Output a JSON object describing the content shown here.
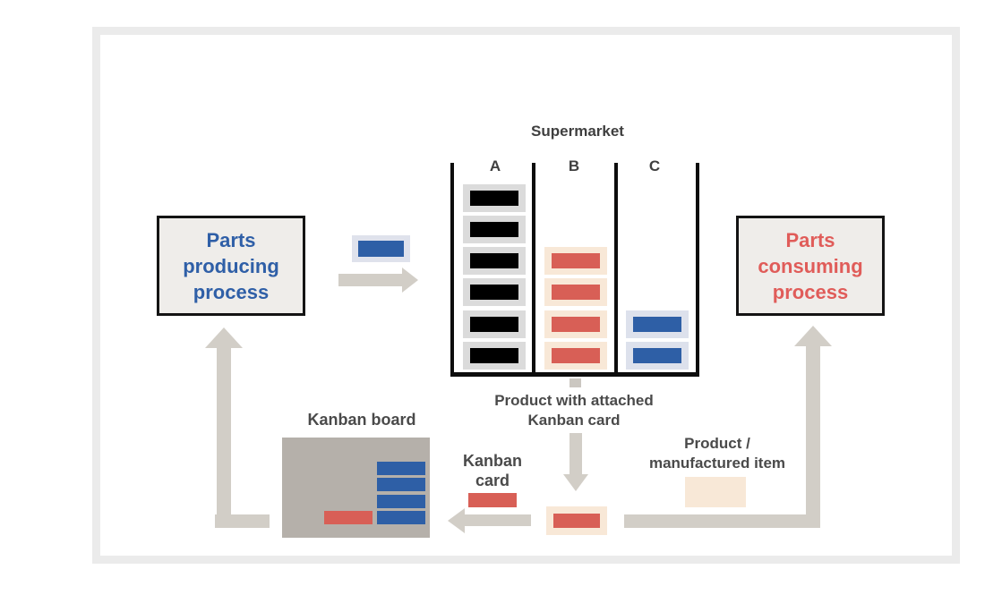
{
  "producing_box": {
    "lines": [
      "Parts",
      "producing",
      "process"
    ],
    "text_color": "#2f5fa7"
  },
  "consuming_box": {
    "lines": [
      "Parts",
      "consuming",
      "process"
    ],
    "text_color": "#e05c59"
  },
  "supermarket": {
    "title": "Supermarket",
    "columns": [
      {
        "label": "A",
        "rows": [
          0,
          1,
          2,
          3,
          4,
          5
        ],
        "item_bg": "#dbdbdb",
        "bar_color": "#000000"
      },
      {
        "label": "B",
        "rows": [
          2,
          3,
          4,
          5
        ],
        "item_bg": "#f8e8d7",
        "bar_color": "#d85f56"
      },
      {
        "label": "C",
        "rows": [
          4,
          5
        ],
        "item_bg": "#dde1ec",
        "bar_color": "#2e5fa6"
      }
    ]
  },
  "incoming_product": {
    "bg": "#dfe2ec",
    "bar_color": "#2e5fa6"
  },
  "outgoing_product": {
    "bg": "#f8e8d7",
    "bar_color": "#d85f56"
  },
  "product_item_swatch": {
    "bg": "#f8e8d7"
  },
  "kanban_card_swatch": {
    "color": "#d85f56"
  },
  "kanban_board": {
    "label": "Kanban board",
    "bg": "#b5b0aa",
    "blue_bar_count": 4,
    "red_bar_count": 1,
    "blue_color": "#2e5fa6",
    "red_color": "#d85f56"
  },
  "labels": {
    "product_with_card_lines": [
      "Product with attached",
      "Kanban card"
    ],
    "kanban_card_lines": [
      "Kanban",
      "card"
    ],
    "product_item_lines": [
      "Product /",
      "manufactured item"
    ]
  },
  "colors": {
    "arrow": "#d2cec7",
    "label_text": "#4a4a4a",
    "heading_text": "#3f3f3f",
    "box_bg": "#efedea",
    "box_border": "#141414",
    "card_border": "#ebebeb"
  }
}
